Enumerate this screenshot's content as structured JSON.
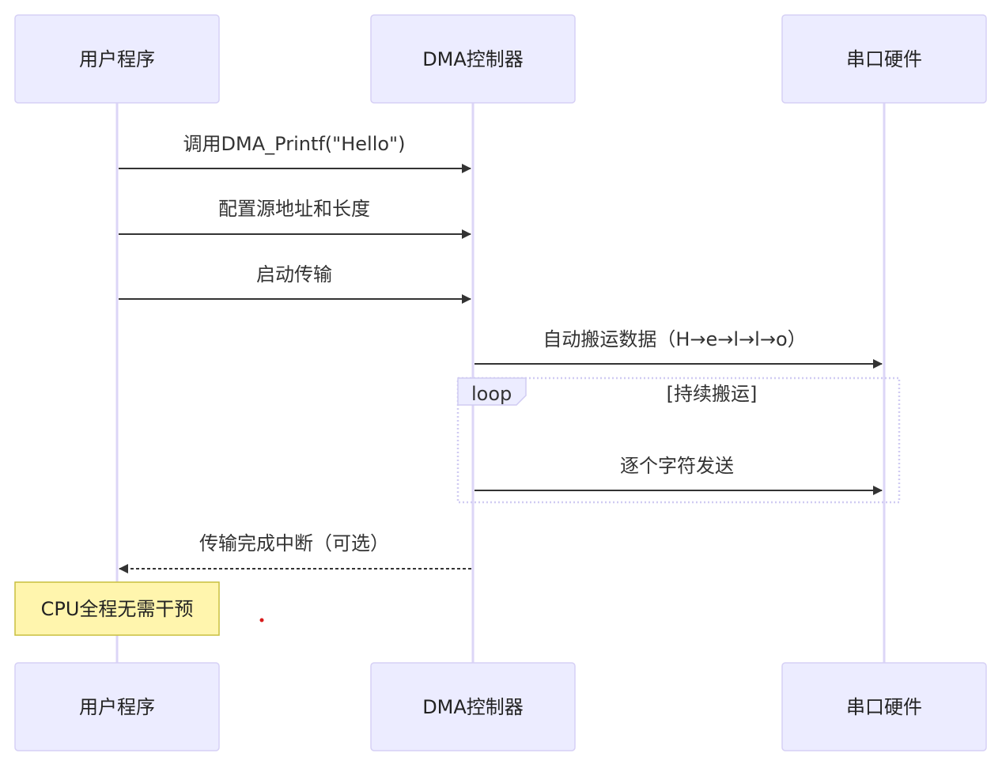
{
  "participants": {
    "user_program": "用户程序",
    "dma_controller": "DMA控制器",
    "uart_hardware": "串口硬件"
  },
  "messages": [
    {
      "from": "用户程序",
      "to": "DMA控制器",
      "text": "调用DMA_Printf(\"Hello\")",
      "style": "solid"
    },
    {
      "from": "用户程序",
      "to": "DMA控制器",
      "text": "配置源地址和长度",
      "style": "solid"
    },
    {
      "from": "用户程序",
      "to": "DMA控制器",
      "text": "启动传输",
      "style": "solid"
    },
    {
      "from": "DMA控制器",
      "to": "串口硬件",
      "text": "自动搬运数据（H→e→l→l→o）",
      "style": "solid"
    },
    {
      "from": "DMA控制器",
      "to": "串口硬件",
      "text": "逐个字符发送",
      "style": "solid"
    },
    {
      "from": "DMA控制器",
      "to": "用户程序",
      "text": "传输完成中断（可选）",
      "style": "dashed"
    }
  ],
  "loop": {
    "keyword": "loop",
    "condition": "[持续搬运]"
  },
  "note": {
    "text": "CPU全程无需干预"
  },
  "colors": {
    "actor_fill": "#ECECFF",
    "actor_border": "#D6D0F5",
    "lifeline": "#DCD6F7",
    "note_fill": "#FFF5AD",
    "note_border": "#C9BF3F",
    "arrow": "#333333"
  }
}
